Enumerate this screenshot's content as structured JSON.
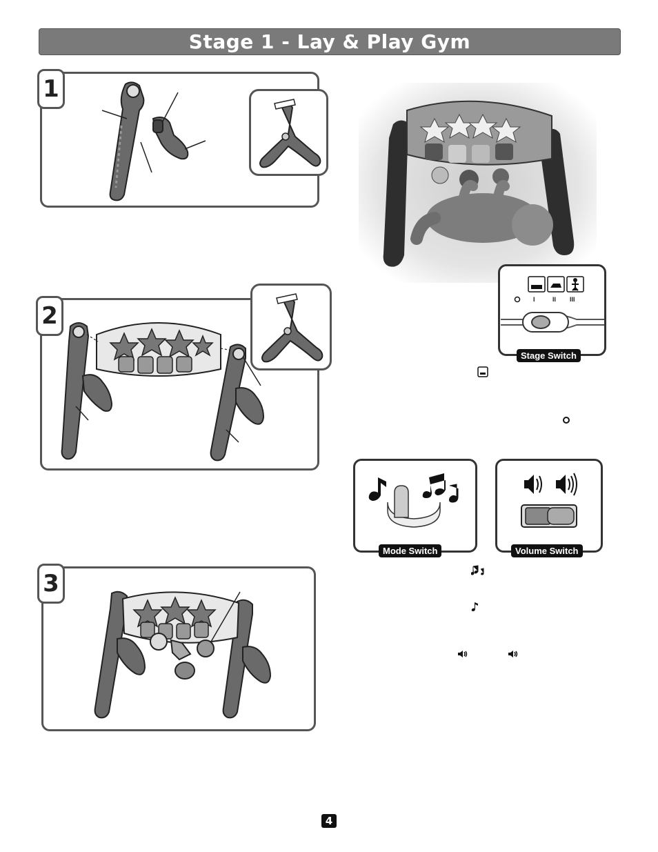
{
  "header": {
    "title": "Stage 1 - Lay & Play Gym"
  },
  "steps": [
    {
      "number": "1"
    },
    {
      "number": "2"
    },
    {
      "number": "3"
    }
  ],
  "stage_switch": {
    "label": "Stage Switch",
    "positions": [
      "I",
      "II",
      "III"
    ]
  },
  "mode_switch": {
    "label": "Mode Switch"
  },
  "volume_switch": {
    "label": "Volume Switch"
  },
  "page": {
    "number": "4"
  }
}
